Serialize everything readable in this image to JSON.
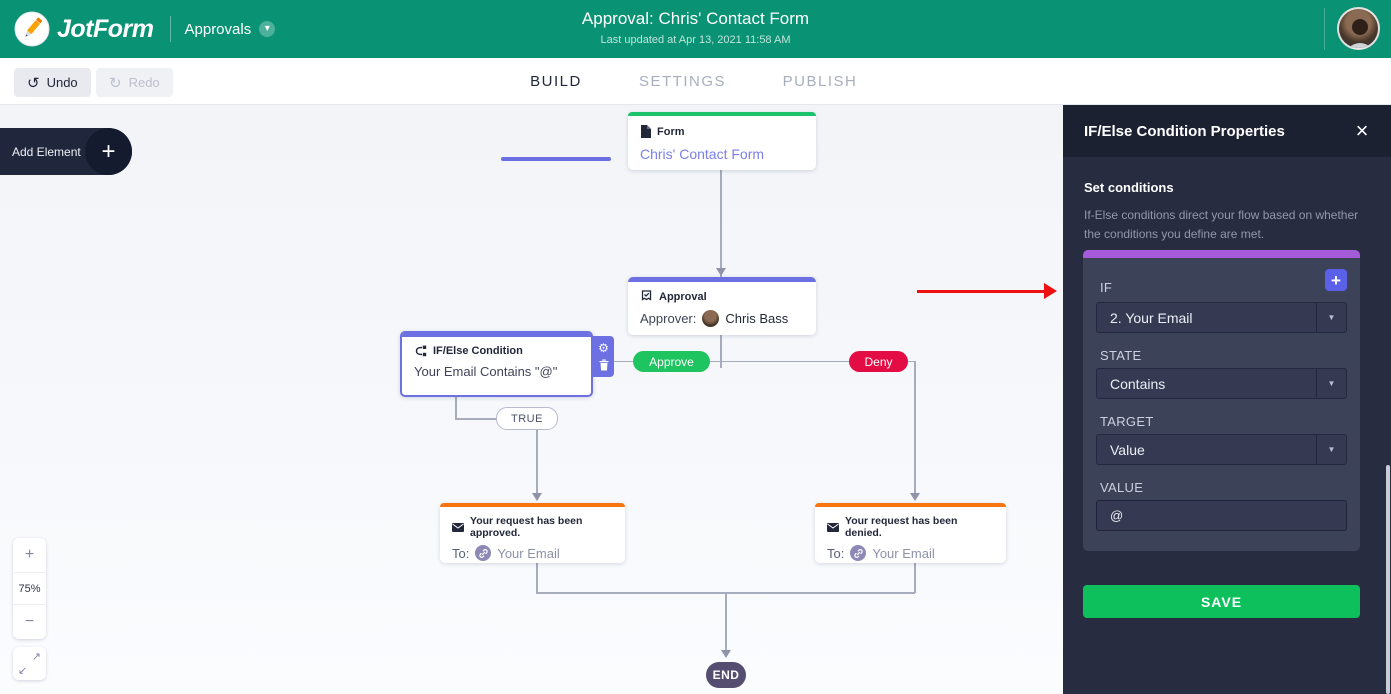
{
  "header": {
    "logo_text": "JotForm",
    "product": "Approvals",
    "title": "Approval: Chris' Contact Form",
    "subtitle": "Last updated at Apr 13, 2021 11:58 AM"
  },
  "toolbar": {
    "undo_label": "Undo",
    "redo_label": "Redo",
    "tabs": [
      {
        "label": "BUILD",
        "active": true
      },
      {
        "label": "SETTINGS",
        "active": false
      },
      {
        "label": "PUBLISH",
        "active": false
      }
    ]
  },
  "canvas": {
    "add_element_label": "Add Element",
    "zoom_level": "75%",
    "nodes": {
      "form": {
        "type_label": "Form",
        "title": "Chris' Contact Form"
      },
      "approval": {
        "type_label": "Approval",
        "approver_label": "Approver:",
        "approver_name": "Chris Bass"
      },
      "ifelse": {
        "type_label": "IF/Else Condition",
        "summary": "Your Email Contains \"@\""
      },
      "email_approved": {
        "title": "Your request has been approved.",
        "to_label": "To:",
        "recipient": "Your Email"
      },
      "email_denied": {
        "title": "Your request has been denied.",
        "to_label": "To:",
        "recipient": "Your Email"
      }
    },
    "branch_labels": {
      "approve": "Approve",
      "deny": "Deny",
      "true_branch": "TRUE"
    },
    "end_label": "END"
  },
  "panel": {
    "title": "IF/Else Condition Properties",
    "section_title": "Set conditions",
    "description": "If-Else conditions direct your flow based on whether the conditions you define are met.",
    "fields": {
      "if": {
        "label": "IF",
        "value": "2. Your Email"
      },
      "state": {
        "label": "STATE",
        "value": "Contains"
      },
      "target": {
        "label": "TARGET",
        "value": "Value"
      },
      "value_field": {
        "label": "VALUE",
        "value": "@"
      }
    },
    "save_label": "SAVE"
  },
  "icons": {
    "undo": "↺",
    "redo": "↻",
    "chevron_down": "▾",
    "close": "×",
    "dropdown_arrow": "▼",
    "plus": "+",
    "minus": "−",
    "gear": "⚙",
    "expand_ne": "↗",
    "expand_sw": "↙"
  },
  "colors": {
    "header_green": "#099273",
    "accent_purple": "#6c70e2",
    "card_purple_bar": "#a55ad8",
    "save_green": "#0ec05c",
    "approve_green": "#1ec45f",
    "deny_red": "#e30c44",
    "email_orange": "#f7740e",
    "form_green": "#1dc36b",
    "panel_bg": "#272c40",
    "annotation_red": "#ee1111"
  }
}
